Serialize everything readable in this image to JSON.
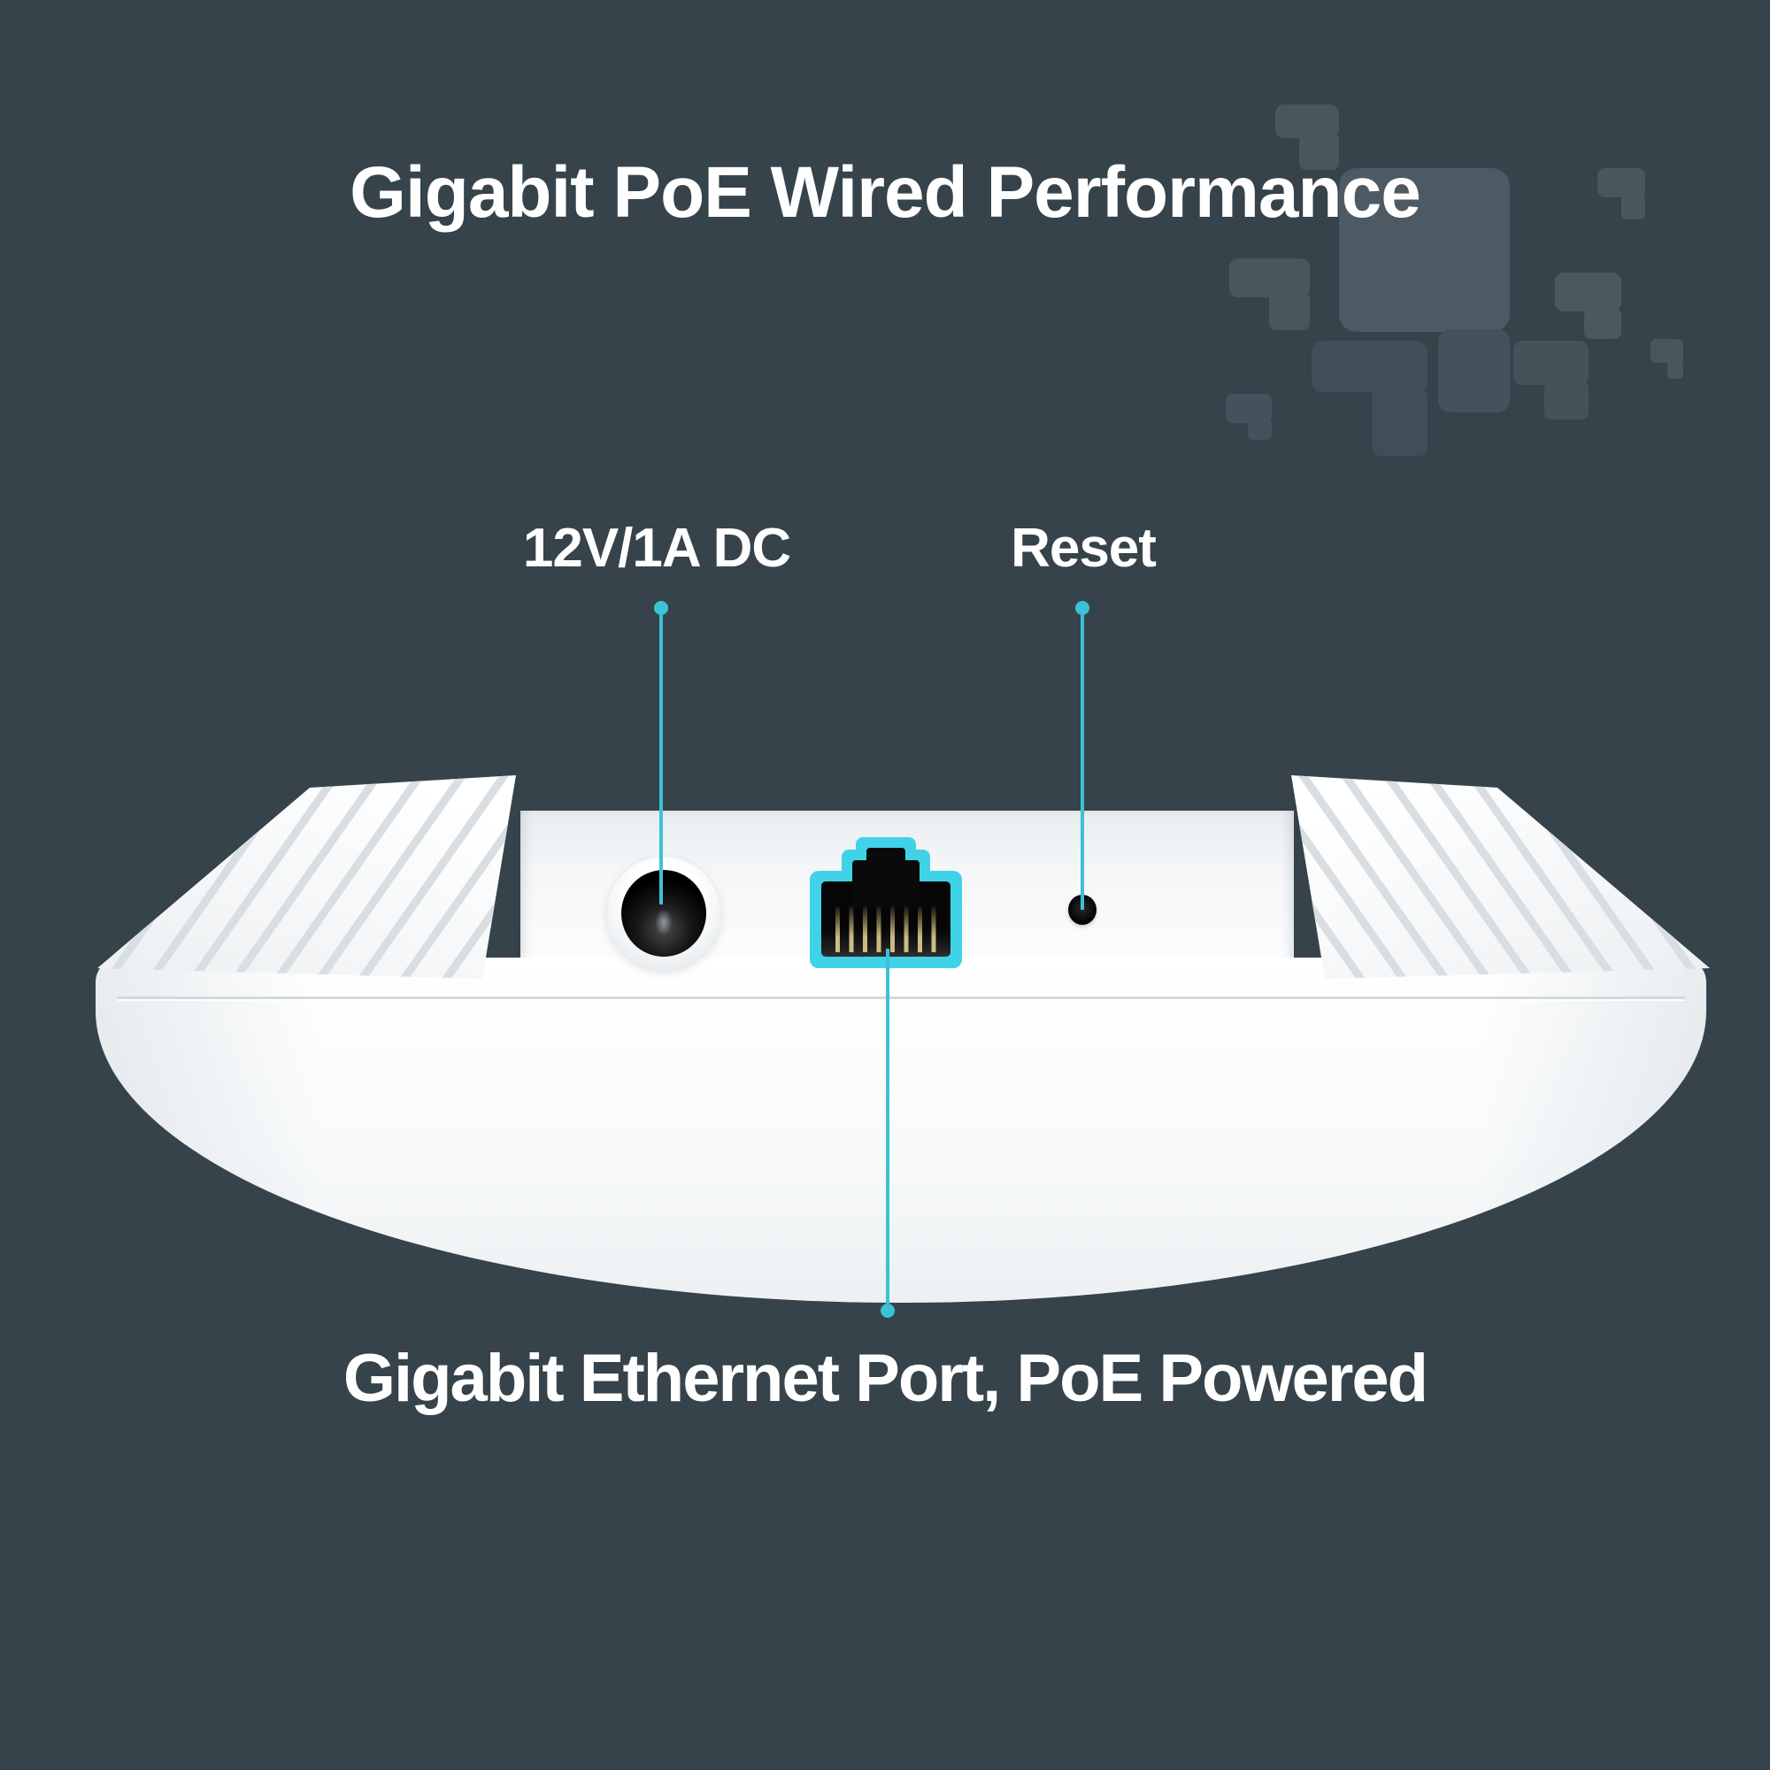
{
  "colors": {
    "background": "#36434B",
    "accent": "#3BC2D6",
    "text": "#FFFFFF",
    "device_body": "#FFFFFF"
  },
  "title": "Gigabit PoE Wired Performance",
  "callouts": {
    "dc_power": {
      "label": "12V/1A DC"
    },
    "reset": {
      "label": "Reset"
    },
    "ethernet": {
      "label": "Gigabit Ethernet Port, PoE Powered"
    }
  }
}
